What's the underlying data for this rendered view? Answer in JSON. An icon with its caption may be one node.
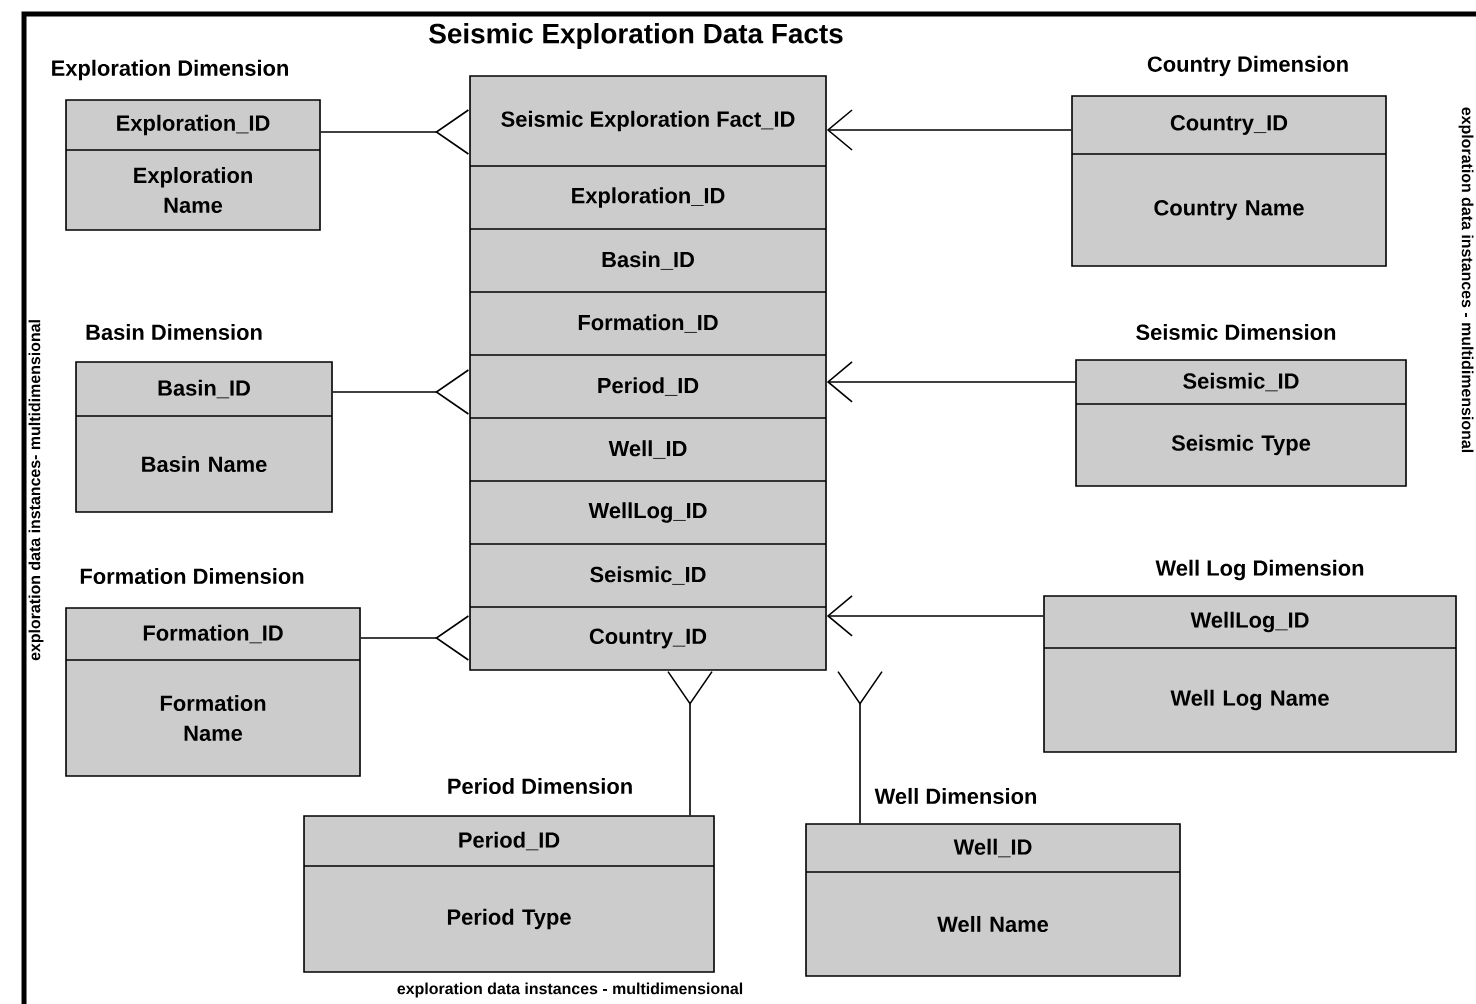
{
  "diagram": {
    "nodes": [
      {
        "text": [
          "Seismic Exploration Data Facts",
          "Seismic Exploration Fact_ID",
          "Exploration_ID",
          "Basin_ID",
          "Formation_ID",
          "Period_ID",
          "Well_ID",
          "WellLog_ID",
          "Seismic_ID",
          "Country_ID"
        ]
      },
      {
        "text": [
          "Exploration Dimension",
          "Exploration_ID",
          "Exploration Name"
        ]
      },
      {
        "text": [
          "Country Dimension",
          "Country_ID",
          "Country Name"
        ]
      },
      {
        "text": [
          "Basin Dimension",
          "Basin_ID",
          "Basin Name"
        ]
      },
      {
        "text": [
          "Seismic Dimension",
          "Seismic_ID",
          "Seismic Type"
        ]
      },
      {
        "text": [
          "Formation Dimension",
          "Formation_ID",
          "Formation Name"
        ]
      },
      {
        "text": [
          "Well Log Dimension",
          "WellLog_ID",
          "Well Log Name"
        ]
      },
      {
        "text": [
          "Period Dimension",
          "Period_ID",
          "Period Type"
        ]
      },
      {
        "text": [
          "Well Dimension",
          "Well_ID",
          "Well Name"
        ]
      }
    ],
    "edges": [
      {
        "from": 1,
        "to": 0,
        "arrow": "other"
      },
      {
        "from": 2,
        "to": 0,
        "arrow": "to"
      },
      {
        "from": 3,
        "to": 0,
        "arrow": "other"
      },
      {
        "from": 4,
        "to": 0,
        "arrow": "to"
      },
      {
        "from": 5,
        "to": 0,
        "arrow": "other"
      },
      {
        "from": 6,
        "to": 0,
        "arrow": "to"
      },
      {
        "from": 7,
        "to": 0,
        "arrow": "other"
      },
      {
        "from": 8,
        "to": 0,
        "arrow": "other"
      }
    ],
    "labels": [
      "exploration data instances- multidimensional",
      "exploration data instances - multidimensional",
      "exploration data instances - multidimensional"
    ]
  }
}
